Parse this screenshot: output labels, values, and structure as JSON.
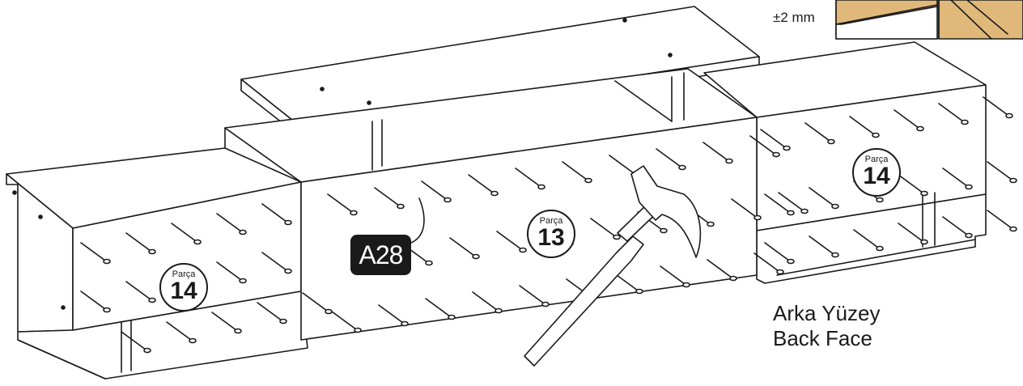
{
  "tolerance": "±2 mm",
  "back_face": {
    "line1": "Arka Yüzey",
    "line2": "Back Face"
  },
  "fastener": {
    "code": "A28"
  },
  "parts": [
    {
      "word": "Parça",
      "number": "14"
    },
    {
      "word": "Parça",
      "number": "13"
    },
    {
      "word": "Parça",
      "number": "14"
    }
  ],
  "colors": {
    "line": "#1a1a1a",
    "wood": "#e0b97a",
    "background": "#ffffff"
  }
}
